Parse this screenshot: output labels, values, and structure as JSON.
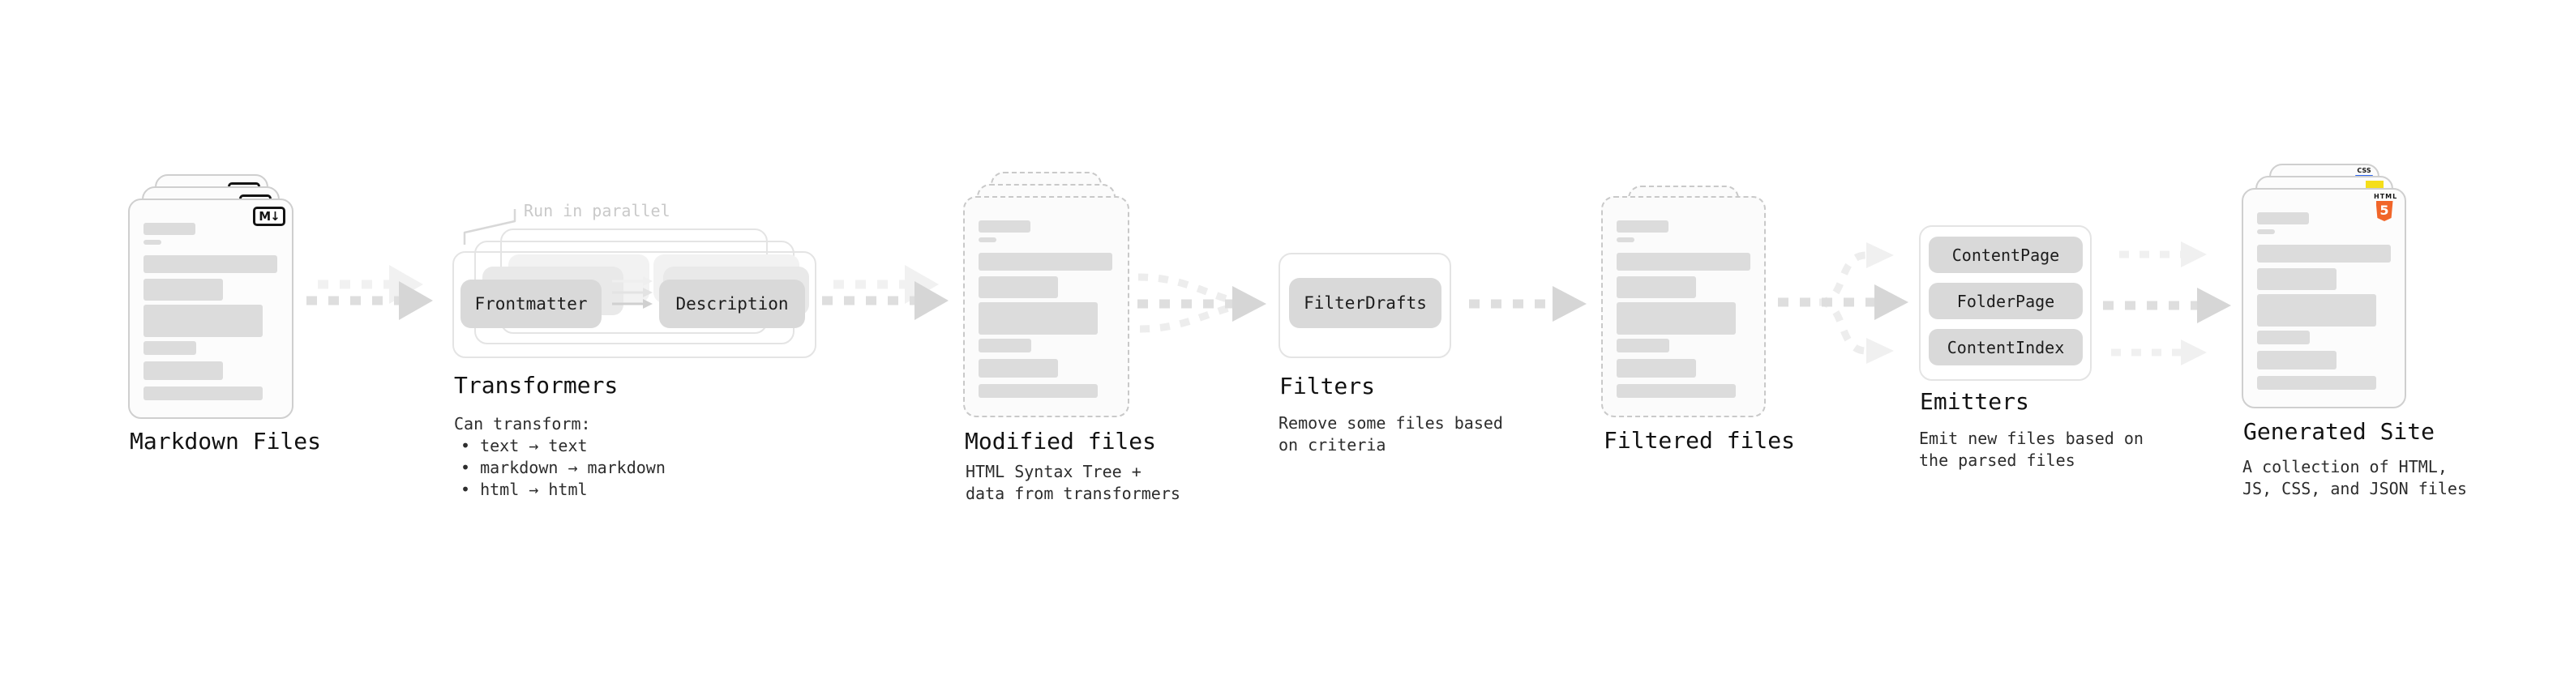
{
  "colors": {
    "arrow_gray": "#d6d6d6",
    "arrow_faint": "#f0f0f0",
    "pill_gray": "#d9d9d9",
    "doc_border": "#cfcfcf",
    "markdown_badge_black": "#141414",
    "css_blue": "#2d65f0",
    "js_yellow": "#f5de19",
    "html5_orange": "#f16529"
  },
  "stages": {
    "markdown": {
      "label": "Markdown Files",
      "badge": "M↓"
    },
    "transformers": {
      "annotation": "Run in parallel",
      "pills": [
        "Frontmatter",
        "Description"
      ],
      "label": "Transformers",
      "caption_title": "Can transform:",
      "bullets": [
        "• text → text",
        "• markdown → markdown",
        "• html → html"
      ]
    },
    "modified": {
      "label": "Modified files",
      "caption": [
        "HTML Syntax Tree +",
        "data from transformers"
      ]
    },
    "filters": {
      "pill": "FilterDrafts",
      "label": "Filters",
      "caption": [
        "Remove some files based",
        "on criteria"
      ]
    },
    "filtered": {
      "label": "Filtered files"
    },
    "emitters": {
      "pills": [
        "ContentPage",
        "FolderPage",
        "ContentIndex"
      ],
      "label": "Emitters",
      "caption": [
        "Emit new files based on",
        "the parsed files"
      ]
    },
    "generated": {
      "label": "Generated Site",
      "caption": [
        "A collection of HTML,",
        "JS, CSS, and JSON files"
      ],
      "badges": {
        "css": "CSS",
        "html_label": "HTML",
        "html_number": "5"
      }
    }
  }
}
